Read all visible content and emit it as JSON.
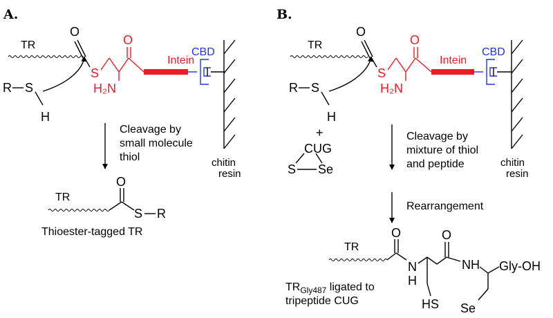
{
  "panels": {
    "a": {
      "label": "A.",
      "tr": "TR",
      "s_red": "S",
      "o_carbonyl": "O",
      "o_red": "O",
      "h2n": "H₂N",
      "intein": "Intein",
      "cbd": "CBD",
      "r": "R",
      "s_thiol": "S",
      "h_thiol": "H",
      "cleavage_text": [
        "Cleavage by",
        "small molecule",
        "thiol"
      ],
      "chitin": [
        "chitin",
        "resin"
      ],
      "product_tr": "TR",
      "product_o": "O",
      "product_s": "S",
      "product_r": "R",
      "product_label": "Thioester-tagged TR"
    },
    "b": {
      "label": "B.",
      "tr": "TR",
      "s_red": "S",
      "o_carbonyl": "O",
      "o_red": "O",
      "h2n": "H₂N",
      "intein": "Intein",
      "cbd": "CBD",
      "r": "R",
      "s_thiol": "S",
      "h_thiol": "H",
      "plus": "+",
      "cug": "CUG",
      "ring_s": "S",
      "ring_se": "Se",
      "cleavage_text": [
        "Cleavage by",
        "mixture of thiol",
        "and peptide"
      ],
      "chitin": [
        "chitin",
        "resin"
      ],
      "rearrangement": "Rearrangement",
      "product_tr": "TR",
      "product_o1": "O",
      "product_o2": "O",
      "product_n1": "N",
      "product_h1": "H",
      "product_nh2": "NH",
      "product_glyoh": "Gly-OH",
      "product_hs": "HS",
      "product_se": "Se",
      "ligated_main": "TR",
      "ligated_sub": "Gly487",
      "ligated_rest": " ligated to",
      "ligated_line2": "tripeptide CUG"
    }
  },
  "colors": {
    "cysteine": "#ec1c24",
    "cbd": "#2233dd",
    "text": "#000000"
  }
}
